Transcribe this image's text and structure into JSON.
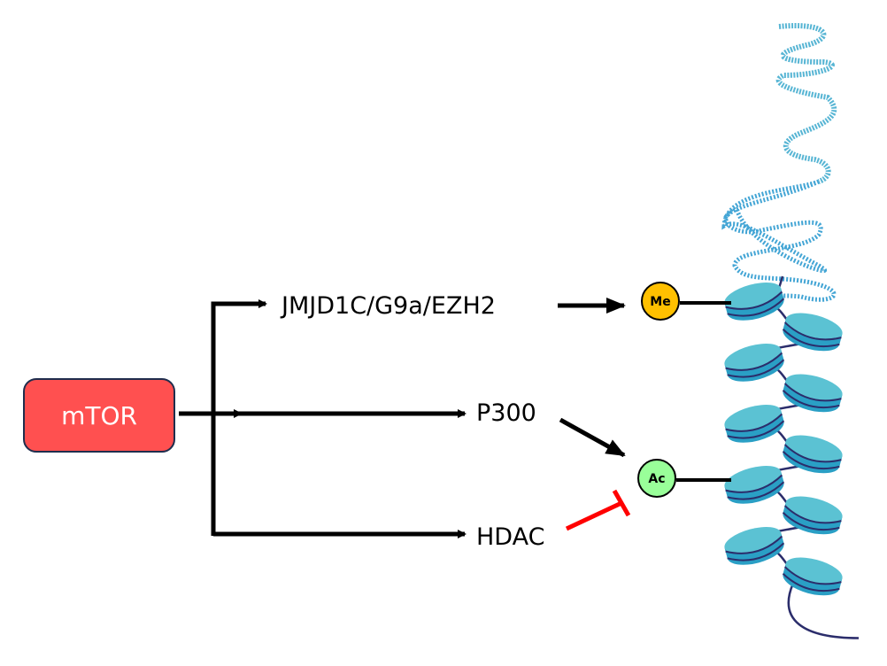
{
  "diagram": {
    "source_node": {
      "label": "mTOR",
      "fill": "#ff5050",
      "stroke": "#1f2d4d"
    },
    "targets": [
      {
        "id": "methyl",
        "label": "JMJD1C/G9a/EZH2",
        "relation": "activates"
      },
      {
        "id": "p300",
        "label": "P300",
        "relation": "activates"
      },
      {
        "id": "hdac",
        "label": "HDAC",
        "relation": "activates"
      }
    ],
    "modifications": [
      {
        "id": "me",
        "label": "Me",
        "fill": "#ffc000"
      },
      {
        "id": "ac",
        "label": "Ac",
        "fill": "#99ff99"
      }
    ],
    "edges": [
      {
        "from": "JMJD1C/G9a/EZH2",
        "to": "Me",
        "type": "activation"
      },
      {
        "from": "P300",
        "to": "Ac",
        "type": "activation"
      },
      {
        "from": "HDAC",
        "to": "Ac",
        "type": "inhibition",
        "color": "#ff0000"
      },
      {
        "from": "Me",
        "to": "nucleosome",
        "type": "attachment"
      },
      {
        "from": "Ac",
        "to": "nucleosome",
        "type": "attachment"
      }
    ],
    "chromatin": {
      "nucleosome_count": 10,
      "color_light": "#5bc2d3",
      "color_dark": "#2a9fc5",
      "dna_color": "#2b2d6b"
    }
  }
}
